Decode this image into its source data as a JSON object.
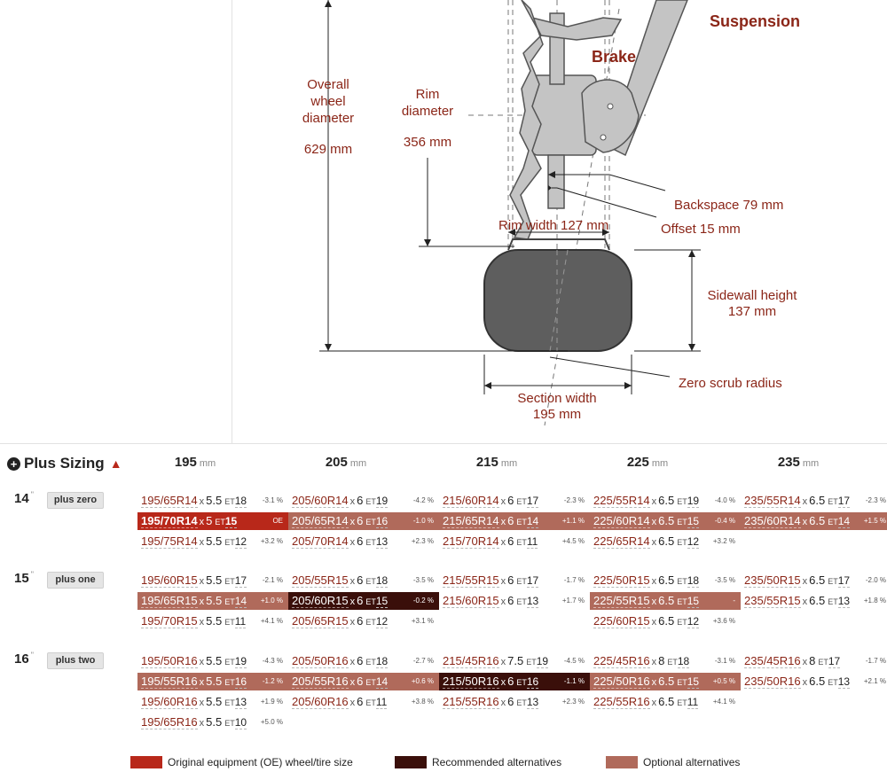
{
  "diagram": {
    "title": "Suspension",
    "brake_label": "Brake",
    "overall": {
      "label_lines": [
        "Overall",
        "wheel",
        "diameter"
      ],
      "value": "629 mm"
    },
    "rim": {
      "label_lines": [
        "Rim",
        "diameter"
      ],
      "value": "356 mm"
    },
    "backspace": "Backspace 79 mm",
    "offset": "Offset 15 mm",
    "rim_width": "Rim width 127 mm",
    "sidewall": {
      "label": "Sidewall height",
      "value": "137 mm"
    },
    "section": {
      "label": "Section width",
      "value": "195 mm"
    },
    "scrub": "Zero scrub radius"
  },
  "sizing": {
    "title": "Plus Sizing",
    "icons": {
      "toggle": "plus-circle-icon",
      "collapse": "chevron-up-icon"
    },
    "unit": "mm",
    "columns": [
      "195",
      "205",
      "215",
      "225",
      "235"
    ],
    "rows": [
      {
        "size": "14",
        "unit": "\"",
        "tag": "plus zero",
        "cells": [
          [
            {
              "tire": "195/65R14",
              "rim": "5.5",
              "et": "ET",
              "off": "18",
              "pct": "-3.1 %",
              "style": ""
            },
            {
              "tire": "195/70R14",
              "rim": "5",
              "et": "ET",
              "off": "15",
              "pct": "OE",
              "style": "oe"
            },
            {
              "tire": "195/75R14",
              "rim": "5.5",
              "et": "ET",
              "off": "12",
              "pct": "+3.2 %",
              "style": ""
            }
          ],
          [
            {
              "tire": "205/60R14",
              "rim": "6",
              "et": "ET",
              "off": "19",
              "pct": "-4.2 %",
              "style": ""
            },
            {
              "tire": "205/65R14",
              "rim": "6",
              "et": "ET",
              "off": "16",
              "pct": "-1.0 %",
              "style": "opt"
            },
            {
              "tire": "205/70R14",
              "rim": "6",
              "et": "ET",
              "off": "13",
              "pct": "+2.3 %",
              "style": ""
            }
          ],
          [
            {
              "tire": "215/60R14",
              "rim": "6",
              "et": "ET",
              "off": "17",
              "pct": "-2.3 %",
              "style": ""
            },
            {
              "tire": "215/65R14",
              "rim": "6",
              "et": "ET",
              "off": "14",
              "pct": "+1.1 %",
              "style": "opt"
            },
            {
              "tire": "215/70R14",
              "rim": "6",
              "et": "ET",
              "off": "11",
              "pct": "+4.5 %",
              "style": ""
            }
          ],
          [
            {
              "tire": "225/55R14",
              "rim": "6.5",
              "et": "ET",
              "off": "19",
              "pct": "-4.0 %",
              "style": ""
            },
            {
              "tire": "225/60R14",
              "rim": "6.5",
              "et": "ET",
              "off": "15",
              "pct": "-0.4 %",
              "style": "opt"
            },
            {
              "tire": "225/65R14",
              "rim": "6.5",
              "et": "ET",
              "off": "12",
              "pct": "+3.2 %",
              "style": ""
            }
          ],
          [
            {
              "tire": "235/55R14",
              "rim": "6.5",
              "et": "ET",
              "off": "17",
              "pct": "-2.3 %",
              "style": ""
            },
            {
              "tire": "235/60R14",
              "rim": "6.5",
              "et": "ET",
              "off": "14",
              "pct": "+1.5 %",
              "style": "opt"
            }
          ]
        ]
      },
      {
        "size": "15",
        "unit": "\"",
        "tag": "plus one",
        "cells": [
          [
            {
              "tire": "195/60R15",
              "rim": "5.5",
              "et": "ET",
              "off": "17",
              "pct": "-2.1 %",
              "style": ""
            },
            {
              "tire": "195/65R15",
              "rim": "5.5",
              "et": "ET",
              "off": "14",
              "pct": "+1.0 %",
              "style": "opt"
            },
            {
              "tire": "195/70R15",
              "rim": "5.5",
              "et": "ET",
              "off": "11",
              "pct": "+4.1 %",
              "style": ""
            }
          ],
          [
            {
              "tire": "205/55R15",
              "rim": "6",
              "et": "ET",
              "off": "18",
              "pct": "-3.5 %",
              "style": ""
            },
            {
              "tire": "205/60R15",
              "rim": "6",
              "et": "ET",
              "off": "15",
              "pct": "-0.2 %",
              "style": "rec"
            },
            {
              "tire": "205/65R15",
              "rim": "6",
              "et": "ET",
              "off": "12",
              "pct": "+3.1 %",
              "style": ""
            }
          ],
          [
            {
              "tire": "215/55R15",
              "rim": "6",
              "et": "ET",
              "off": "17",
              "pct": "-1.7 %",
              "style": ""
            },
            {
              "tire": "215/60R15",
              "rim": "6",
              "et": "ET",
              "off": "13",
              "pct": "+1.7 %",
              "style": ""
            }
          ],
          [
            {
              "tire": "225/50R15",
              "rim": "6.5",
              "et": "ET",
              "off": "18",
              "pct": "-3.5 %",
              "style": ""
            },
            {
              "tire": "225/55R15",
              "rim": "6.5",
              "et": "ET",
              "off": "15",
              "pct": "-",
              "style": "opt"
            },
            {
              "tire": "225/60R15",
              "rim": "6.5",
              "et": "ET",
              "off": "12",
              "pct": "+3.6 %",
              "style": ""
            }
          ],
          [
            {
              "tire": "235/50R15",
              "rim": "6.5",
              "et": "ET",
              "off": "17",
              "pct": "-2.0 %",
              "style": ""
            },
            {
              "tire": "235/55R15",
              "rim": "6.5",
              "et": "ET",
              "off": "13",
              "pct": "+1.8 %",
              "style": ""
            }
          ]
        ]
      },
      {
        "size": "16",
        "unit": "\"",
        "tag": "plus two",
        "cells": [
          [
            {
              "tire": "195/50R16",
              "rim": "5.5",
              "et": "ET",
              "off": "19",
              "pct": "-4.3 %",
              "style": ""
            },
            {
              "tire": "195/55R16",
              "rim": "5.5",
              "et": "ET",
              "off": "16",
              "pct": "-1.2 %",
              "style": "opt"
            },
            {
              "tire": "195/60R16",
              "rim": "5.5",
              "et": "ET",
              "off": "13",
              "pct": "+1.9 %",
              "style": ""
            },
            {
              "tire": "195/65R16",
              "rim": "5.5",
              "et": "ET",
              "off": "10",
              "pct": "+5.0 %",
              "style": ""
            }
          ],
          [
            {
              "tire": "205/50R16",
              "rim": "6",
              "et": "ET",
              "off": "18",
              "pct": "-2.7 %",
              "style": ""
            },
            {
              "tire": "205/55R16",
              "rim": "6",
              "et": "ET",
              "off": "14",
              "pct": "+0.6 %",
              "style": "opt"
            },
            {
              "tire": "205/60R16",
              "rim": "6",
              "et": "ET",
              "off": "11",
              "pct": "+3.8 %",
              "style": ""
            }
          ],
          [
            {
              "tire": "215/45R16",
              "rim": "7.5",
              "et": "ET",
              "off": "19",
              "pct": "-4.5 %",
              "style": ""
            },
            {
              "tire": "215/50R16",
              "rim": "6",
              "et": "ET",
              "off": "16",
              "pct": "-1.1 %",
              "style": "rec"
            },
            {
              "tire": "215/55R16",
              "rim": "6",
              "et": "ET",
              "off": "13",
              "pct": "+2.3 %",
              "style": ""
            }
          ],
          [
            {
              "tire": "225/45R16",
              "rim": "8",
              "et": "ET",
              "off": "18",
              "pct": "-3.1 %",
              "style": ""
            },
            {
              "tire": "225/50R16",
              "rim": "6.5",
              "et": "ET",
              "off": "15",
              "pct": "+0.5 %",
              "style": "opt"
            },
            {
              "tire": "225/55R16",
              "rim": "6.5",
              "et": "ET",
              "off": "11",
              "pct": "+4.1 %",
              "style": ""
            }
          ],
          [
            {
              "tire": "235/45R16",
              "rim": "8",
              "et": "ET",
              "off": "17",
              "pct": "-1.7 %",
              "style": ""
            },
            {
              "tire": "235/50R16",
              "rim": "6.5",
              "et": "ET",
              "off": "13",
              "pct": "+2.1 %",
              "style": ""
            }
          ]
        ]
      }
    ],
    "legend": [
      {
        "label": "Original equipment (OE) wheel/tire size",
        "color": "#b8281a"
      },
      {
        "label": "Recommended alternatives",
        "color": "#3a0f0a"
      },
      {
        "label": "Optional alternatives",
        "color": "#b06a5b"
      }
    ]
  }
}
